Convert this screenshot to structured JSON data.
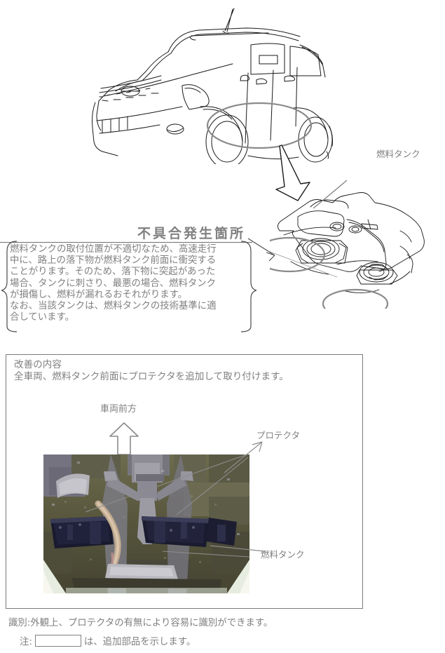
{
  "document": {
    "type": "recall-notice",
    "language": "ja"
  },
  "defect": {
    "header": "不具合発生箇所",
    "body": "燃料タンクの取付位置が不適切なため、高速走行\n中に、路上の落下物が燃料タンク前面に衝突する\nことがります。そのため、落下物に突起があった\n場合、タンクに刺さり、最悪の場合、燃料タンク\nが損傷し、燃料が漏れるおそれがります。\nなお、当該タンクは、燃料タンクの技術基準に適\n合しています。",
    "tank_label": "燃料タンク"
  },
  "improvement": {
    "title": "改善の内容\n全車両、燃料タンク前面にプロテクタを追加して取り付けます。",
    "front_direction": "車両前方",
    "protector_label": "プロテクタ",
    "tank_label": "燃料タンク"
  },
  "footer": {
    "identification": "識別:外観上、プロテクタの有無により容易に識別ができます。",
    "note_prefix": "注:",
    "note_suffix": "は、追加部品を示します。"
  },
  "icons": {
    "transfer_arrow": "down-right-arrow-icon",
    "front_arrow": "up-arrow-icon",
    "car": "suv-line-drawing-icon",
    "tank": "fuel-tank-line-drawing-icon",
    "photo": "underbody-photograph"
  },
  "colors": {
    "text_gray": "#808080",
    "line_gray": "#7a7a7a",
    "highlight_ellipse": "#8a8a8a",
    "drawing_black": "#1a1a1a",
    "box_border": "#7a7a7a"
  }
}
